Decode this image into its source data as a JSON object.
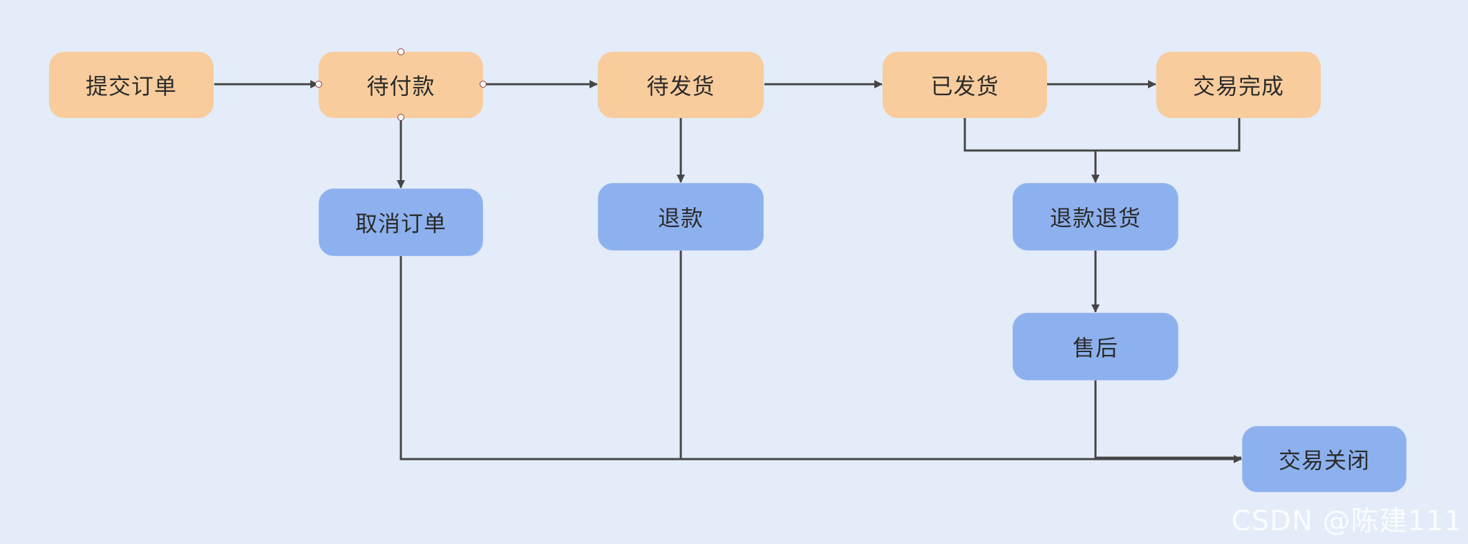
{
  "nodes": {
    "submit_order": "提交订单",
    "pending_payment": "待付款",
    "pending_shipment": "待发货",
    "shipped": "已发货",
    "trade_completed": "交易完成",
    "cancel_order": "取消订单",
    "refund": "退款",
    "refund_return": "退款退货",
    "after_sales": "售后",
    "trade_closed": "交易关闭"
  },
  "watermark": "CSDN @陈建111",
  "colors": {
    "background": "#e3ecf8",
    "state_orange": "#f8cc9c",
    "state_blue": "#8db1ee",
    "edge": "#454545"
  }
}
